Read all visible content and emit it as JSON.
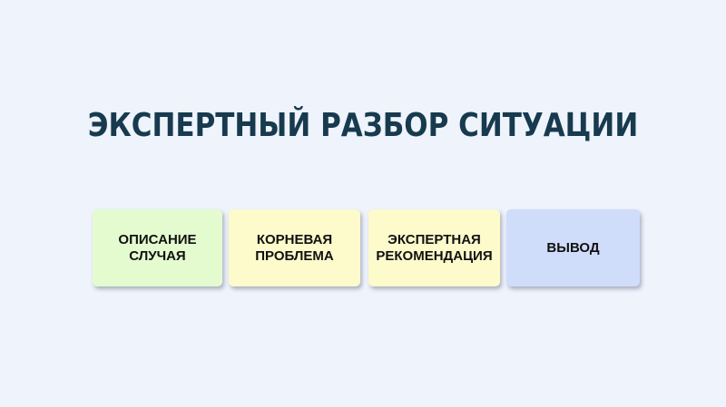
{
  "title": "ЭКСПЕРТНЫЙ РАЗБОР СИТУАЦИИ",
  "steps": [
    {
      "label": "ОПИСАНИЕ\nСЛУЧАЯ",
      "color": "#e3fbcf"
    },
    {
      "label": "КОРНЕВАЯ\nПРОБЛЕМА",
      "color": "#fdfacb"
    },
    {
      "label": "ЭКСПЕРТНАЯ\nРЕКОМЕНДАЦИЯ",
      "color": "#fdfacb"
    },
    {
      "label": "ВЫВОД",
      "color": "#cfdcfa"
    }
  ],
  "colors": {
    "background": "#eef3fc",
    "title": "#173a4e"
  }
}
